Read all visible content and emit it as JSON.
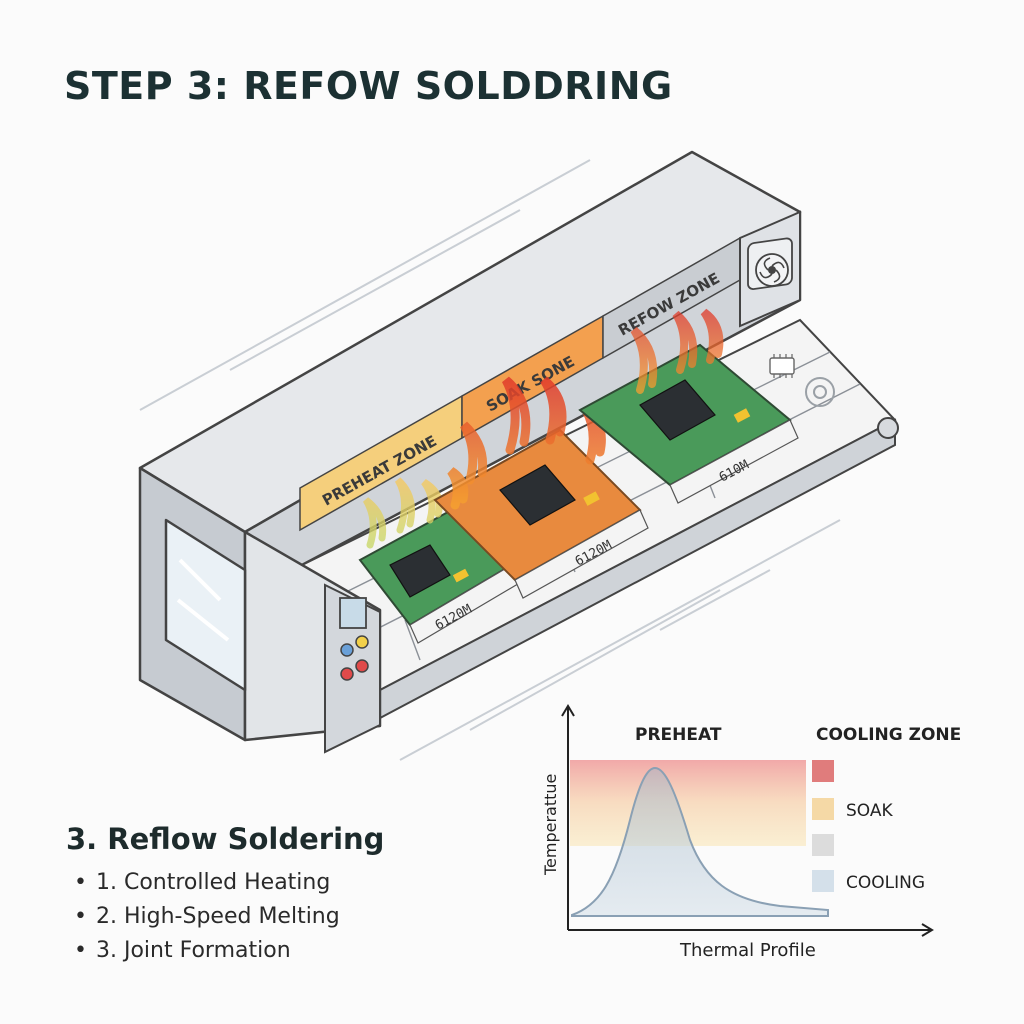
{
  "title": "STEP 3: REFOW SOLDDRING",
  "zones": {
    "preheat": "PREHEAT ZONE",
    "soak": "SOAK SONE",
    "reflow": "REFOW ZONE"
  },
  "boards": [
    {
      "code": "6120M"
    },
    {
      "code": "6120M"
    },
    {
      "code": "610M"
    }
  ],
  "steps": {
    "heading": "3. Reflow Soldering",
    "items": [
      "1. Controlled Heating",
      "2. High-Speed Melting",
      "3. Joint Formation"
    ]
  },
  "thermal_chart": {
    "ylabel": "Temperattue",
    "xlabel": "Thermal Profile",
    "top_label": "PREHEAT",
    "legend": [
      {
        "label": "COOLING ZONE",
        "color": "#e07c7c"
      },
      {
        "label": "SOAK",
        "color": "#f5d9a6"
      },
      {
        "label": "",
        "color": "#dcdcdc"
      },
      {
        "label": "COOLING",
        "color": "#d4e0ea"
      }
    ]
  },
  "colors": {
    "preheat_zone": "#f5cf7c",
    "soak_zone": "#f3a04f",
    "reflow_zone": "#c9cdd2",
    "green_board": "#4a9a5a",
    "orange_board": "#e88a3e",
    "flame_red": "#e04a3a"
  }
}
